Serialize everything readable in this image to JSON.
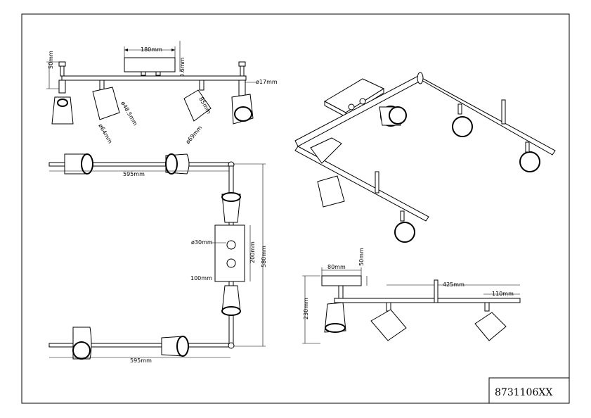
{
  "product_code": "8731106XX",
  "dimensions": {
    "top_view": {
      "plate_length": "180mm",
      "plate_gap": "0.6mm",
      "height": "50mm",
      "rod_diameter": "ø17mm",
      "shade_diameter_small": "ø48.5mm",
      "shade_diameter_large": "ø64mm",
      "shade_length": "85mm",
      "shade_diameter_front": "ø69mm"
    },
    "plan_view": {
      "arm_length_top": "595mm",
      "arm_length_bottom": "595mm",
      "hole_diameter": "ø30mm",
      "plate_height": "200mm",
      "plate_width": "100mm",
      "total_height": "580mm"
    },
    "side_view": {
      "plate_width": "80mm",
      "plate_depth": "50mm",
      "height": "230mm",
      "arm_length": "425mm",
      "end_length": "110mm"
    }
  }
}
